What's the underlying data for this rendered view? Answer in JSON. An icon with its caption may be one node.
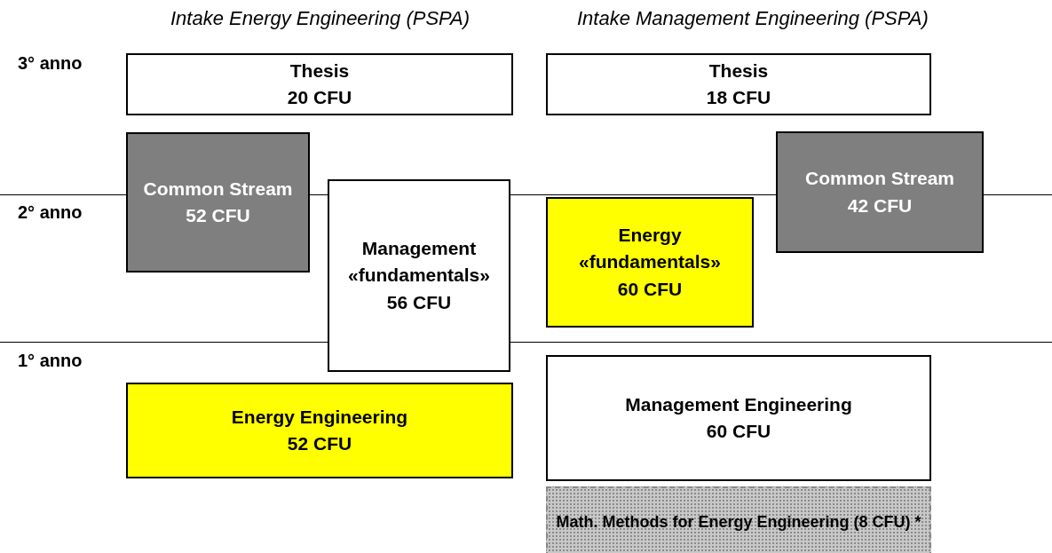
{
  "diagram": {
    "nodes": [
      {
        "text": [
          "Thesis",
          "20 CFU"
        ]
      },
      {
        "text": [
          "Common Stream",
          "52 CFU"
        ]
      },
      {
        "text": [
          "Management «fundamentals»",
          "56 CFU"
        ]
      },
      {
        "text": [
          "Energy Engineering",
          "52 CFU"
        ]
      },
      {
        "text": [
          "Thesis",
          "18 CFU"
        ]
      },
      {
        "text": [
          "Common Stream",
          "42 CFU"
        ]
      },
      {
        "text": [
          "Energy «fundamentals»",
          "60 CFU"
        ]
      },
      {
        "text": [
          "Management Engineering",
          "60 CFU"
        ]
      },
      {
        "text": [
          "Math. Methods for Energy Engineering (8 CFU) *"
        ]
      }
    ],
    "labels": [
      "Intake Energy Engineering (PSPA)",
      "Intake Management Engineering (PSPA)",
      "3° anno",
      "2° anno",
      "1° anno"
    ]
  }
}
